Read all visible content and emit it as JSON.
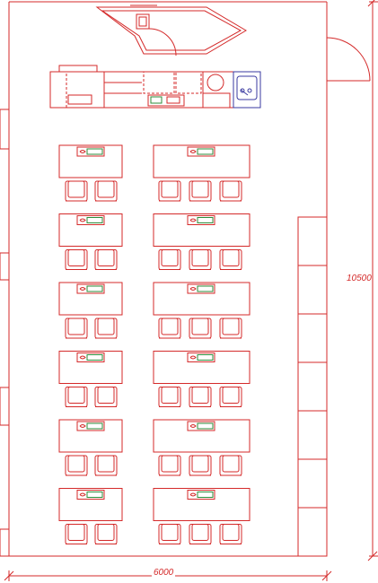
{
  "colors": {
    "line": "#d42a2a",
    "line_dark": "#b01818",
    "monitor": "#2e8b3a",
    "sink": "#3a3aa0"
  },
  "dimensions": {
    "height_label": "10500",
    "width_label": "6000"
  },
  "layout": {
    "desk_rows": 6,
    "left_column_chairs_per_row": 2,
    "right_column_chairs_per_row": 3,
    "cabinet_sections": 7
  },
  "icons": {
    "door": "door-swing-icon",
    "sink": "sink-icon",
    "projector": "projector-icon",
    "monitor": "monitor-icon",
    "chair": "chair-icon"
  }
}
